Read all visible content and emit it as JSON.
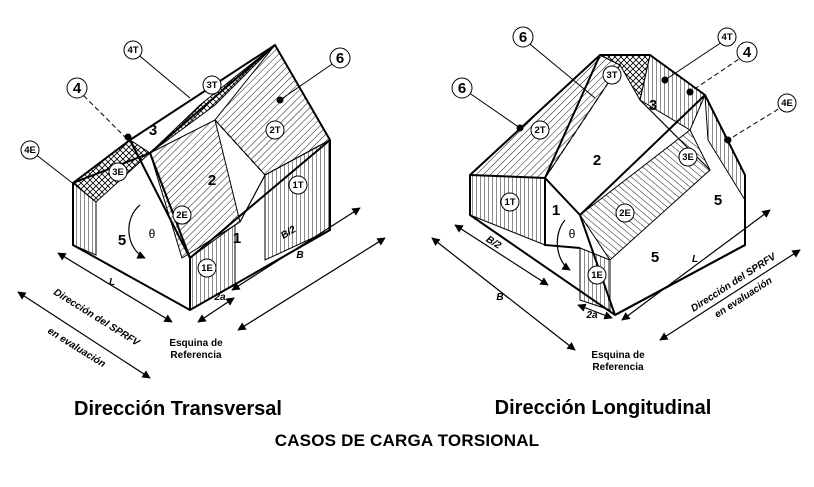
{
  "title": "CASOS DE CARGA TORSIONAL",
  "captions": {
    "left": "Dirección Transversal",
    "right": "Dirección Longitudinal"
  },
  "notes": {
    "direction_line1": "Dirección del SPRFV",
    "direction_line2": "en evaluación",
    "corner_line1": "Esquina de",
    "corner_line2": "Referencia"
  },
  "dimensions": {
    "length": "L",
    "width": "B",
    "half_width": "B/2",
    "edge": "2a",
    "angle": "θ"
  },
  "zones": {
    "z1": "1",
    "z2": "2",
    "z3": "3",
    "z4": "4",
    "z5": "5",
    "z6": "6",
    "z1E": "1E",
    "z2E": "2E",
    "z3E": "3E",
    "z4E": "4E",
    "z1T": "1T",
    "z2T": "2T",
    "z3T": "3T",
    "z4T": "4T"
  },
  "colors": {
    "ink": "#000000",
    "background": "#ffffff"
  }
}
